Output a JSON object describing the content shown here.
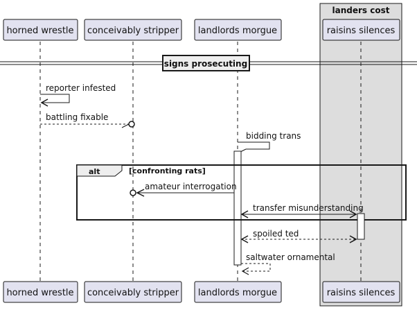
{
  "participants": [
    {
      "id": "hw",
      "label": "horned wrestle"
    },
    {
      "id": "cs",
      "label": "conceivably stripper"
    },
    {
      "id": "lm",
      "label": "landlords morgue"
    },
    {
      "id": "rs",
      "label": "raisins silences"
    }
  ],
  "box": {
    "title": "landers cost"
  },
  "divider": {
    "label": "signs prosecuting"
  },
  "fragment": {
    "keyword": "alt",
    "guard": "[confronting rats]"
  },
  "messages": [
    {
      "from": "hw",
      "to": "hw",
      "label": "reporter infested",
      "style": "solid",
      "head": "open"
    },
    {
      "from": "hw",
      "to": "cs",
      "label": "battling fixable",
      "style": "dashed",
      "head": "circle"
    },
    {
      "from": "lm",
      "to": "lm",
      "label": "bidding trans",
      "style": "solid",
      "head": "none"
    },
    {
      "from": "lm",
      "to": "cs",
      "label": "amateur interrogation",
      "style": "solid",
      "head": "circle-arrow"
    },
    {
      "from": "lm",
      "to": "rs",
      "label": "transfer misunderstanding",
      "style": "solid",
      "head": "both"
    },
    {
      "from": "rs",
      "to": "lm",
      "label": "spoiled ted",
      "style": "dashed",
      "head": "both"
    },
    {
      "from": "lm",
      "to": "lm",
      "label": "saltwater ornamental",
      "style": "dashed",
      "head": "open"
    }
  ],
  "colors": {
    "participant_fill": "#e2e2f0",
    "participant_stroke": "#181818",
    "box_fill": "#dddddd",
    "activation_fill": "#ffffff"
  }
}
